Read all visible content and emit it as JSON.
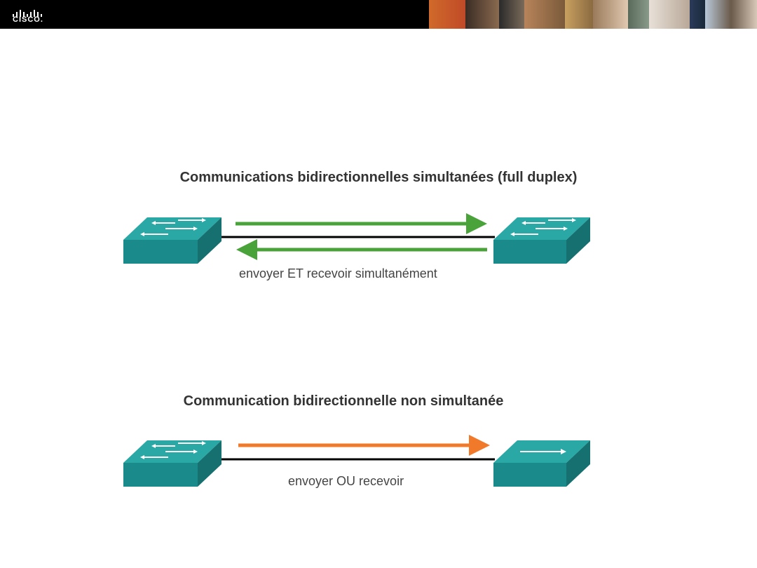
{
  "header": {
    "logo_text": "CISCO.",
    "photo_colors": [
      "#c0562a",
      "#3a2c24",
      "#7a5a3a",
      "#b58a4a",
      "#9a7a5a",
      "#5a6a5a",
      "#e8e0d8",
      "#2a3a5a",
      "#b8c8d8",
      "#6a5a4a"
    ]
  },
  "full_duplex": {
    "title": "Communications bidirectionnelles simultanées (full duplex)",
    "caption": "envoyer ET recevoir simultanément",
    "arrow_color": "#4aa33a"
  },
  "half_duplex": {
    "title": "Communication bidirectionnelle non simultanée",
    "caption": "envoyer OU recevoir",
    "arrow_color": "#f07a2a"
  },
  "colors": {
    "switch_front": "#1a8a8a",
    "switch_top": "#2aa8a6",
    "switch_side": "#167070",
    "link": "#000000"
  }
}
